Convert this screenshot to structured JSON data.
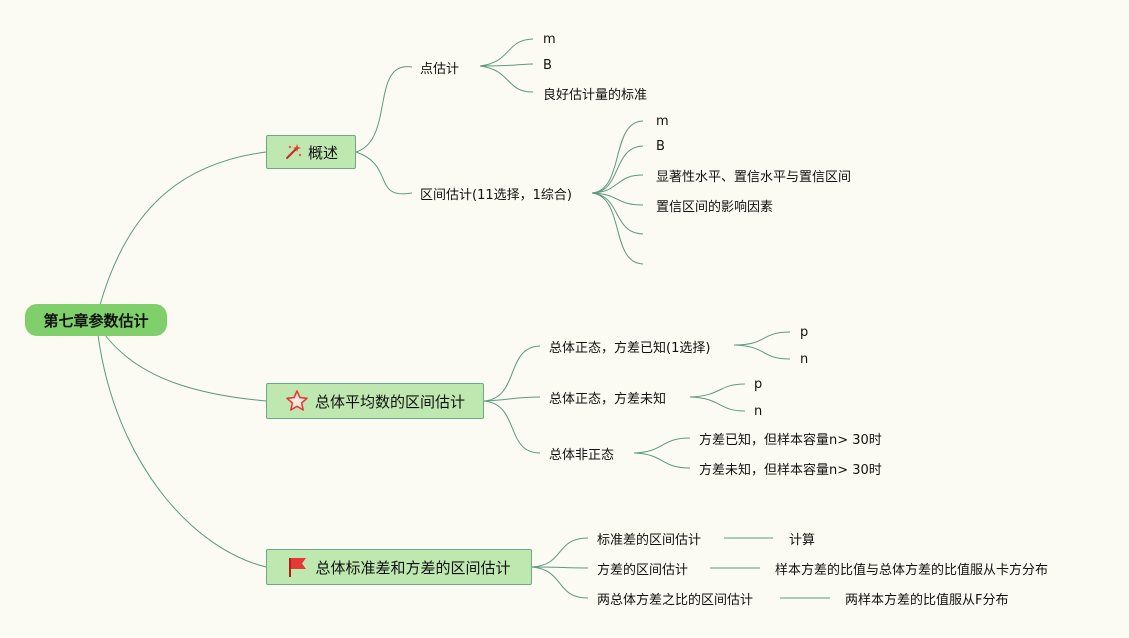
{
  "root": {
    "label": "第七章参数估计"
  },
  "overview": {
    "label": "概述",
    "icon": "magic-wand-icon",
    "point": {
      "label": "点估计",
      "children": [
        "m",
        "B",
        "良好估计量的标准"
      ]
    },
    "interval": {
      "label": "区间估计(11选择，1综合)",
      "children": [
        "m",
        "B",
        "显著性水平、置信水平与置信区间",
        "置信区间的影响因素",
        "",
        ""
      ]
    }
  },
  "mean_estimation": {
    "label": "总体平均数的区间估计",
    "icon": "star-icon",
    "known": {
      "label": "总体正态，方差已知(1选择)",
      "children": [
        "p",
        "n"
      ]
    },
    "unknown": {
      "label": "总体正态，方差未知",
      "children": [
        "p",
        "n"
      ]
    },
    "nonnormal": {
      "label": "总体非正态",
      "children": [
        "方差已知，但样本容量n> 30时",
        "方差未知，但样本容量n> 30时"
      ]
    }
  },
  "sd_variance": {
    "label": "总体标准差和方差的区间估计",
    "icon": "red-flag-icon",
    "sd": {
      "label": "标准差的区间估计",
      "child": "计算"
    },
    "var": {
      "label": "方差的区间估计",
      "child": "样本方差的比值与总体方差的比值服从卡方分布"
    },
    "ratio": {
      "label": "两总体方差之比的区间估计",
      "child": "两样本方差的比值服从F分布"
    }
  },
  "colors": {
    "branch": "#5e9a7c",
    "root": "#7fcf6a",
    "main": "#bfe8b0",
    "background": "#fbfbf3"
  }
}
